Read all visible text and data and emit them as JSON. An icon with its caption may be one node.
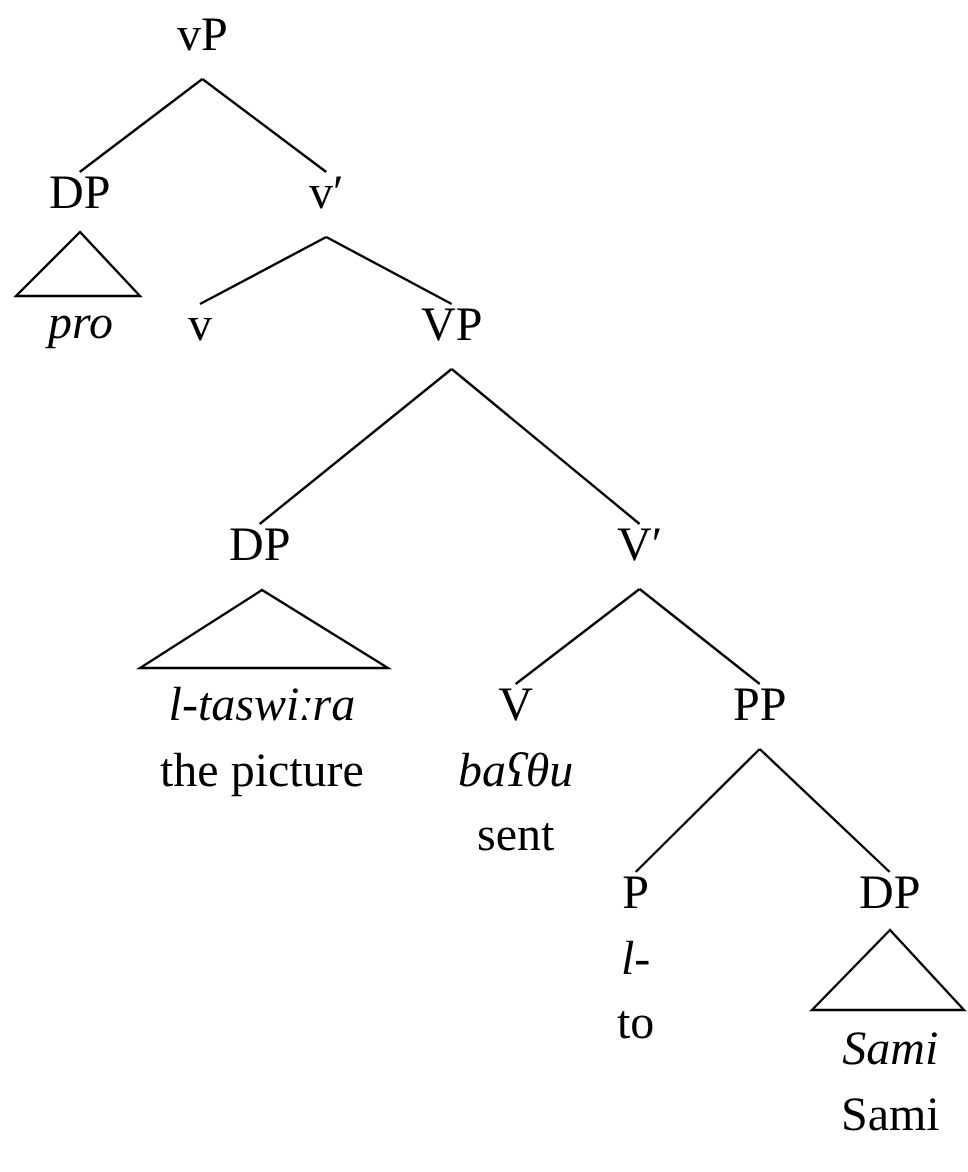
{
  "diagram": {
    "nodes": [
      {
        "text": [
          "vP"
        ]
      },
      {
        "text": [
          "DP"
        ]
      },
      {
        "text": [],
        "shape": "triangle"
      },
      {
        "text": [
          "pro"
        ]
      },
      {
        "text": [
          "v′"
        ]
      },
      {
        "text": [
          "v"
        ]
      },
      {
        "text": [
          "VP"
        ]
      },
      {
        "text": [
          "DP"
        ]
      },
      {
        "text": [],
        "shape": "triangle"
      },
      {
        "text": [
          "l-taswiːra",
          "the picture"
        ]
      },
      {
        "text": [
          "V′"
        ]
      },
      {
        "text": [
          "V",
          "baʕθu",
          "sent"
        ]
      },
      {
        "text": [
          "PP"
        ]
      },
      {
        "text": [
          "P",
          "l-",
          "to"
        ]
      },
      {
        "text": [
          "DP"
        ]
      },
      {
        "text": [],
        "shape": "triangle"
      },
      {
        "text": [
          "Sami",
          "Sami"
        ]
      }
    ],
    "edges": [
      {
        "from": 0,
        "to": 1,
        "arrow": "none"
      },
      {
        "from": 0,
        "to": 4,
        "arrow": "none"
      },
      {
        "from": 4,
        "to": 5,
        "arrow": "none"
      },
      {
        "from": 4,
        "to": 6,
        "arrow": "none"
      },
      {
        "from": 6,
        "to": 7,
        "arrow": "none"
      },
      {
        "from": 6,
        "to": 10,
        "arrow": "none"
      },
      {
        "from": 10,
        "to": 11,
        "arrow": "none"
      },
      {
        "from": 10,
        "to": 12,
        "arrow": "none"
      },
      {
        "from": 12,
        "to": 13,
        "arrow": "none"
      },
      {
        "from": 12,
        "to": 14,
        "arrow": "none"
      }
    ]
  }
}
